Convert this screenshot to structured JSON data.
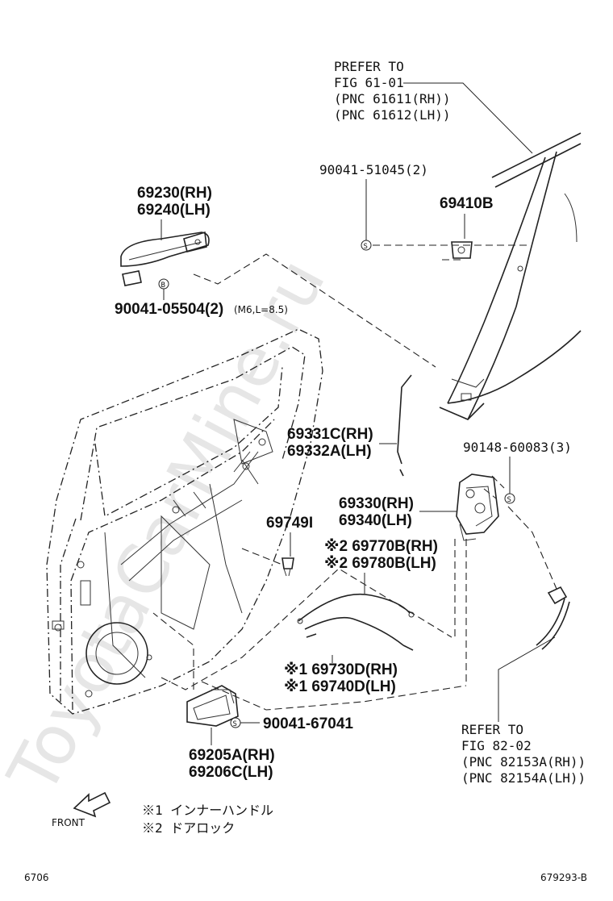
{
  "watermark": "ToyotaCarMine.ru",
  "refs": {
    "prefer": [
      "PREFER TO",
      "FIG 61-01",
      "(PNC 61611(RH))",
      "(PNC 61612(LH))"
    ],
    "refer": [
      "REFER TO",
      "FIG 82-02",
      "(PNC 82153A(RH))",
      "(PNC 82154A(LH))"
    ]
  },
  "labels": {
    "p90041_51045": "90041-51045(2)",
    "p69410B": "69410B",
    "p69230": "69230(RH)",
    "p69240": "69240(LH)",
    "p90041_05504": "90041-05504(2)",
    "p90041_05504_note": "(M6,L=8.5)",
    "p69331C": "69331C(RH)",
    "p69332A": "69332A(LH)",
    "p90148": "90148-60083(3)",
    "p69330": "69330(RH)",
    "p69340": "69340(LH)",
    "p69749I": "69749I",
    "p69770B": "※2 69770B(RH)",
    "p69780B": "※2 69780B(LH)",
    "p69730D": "※1 69730D(RH)",
    "p69740D": "※1 69740D(LH)",
    "p90041_67041": "90041-67041",
    "p69205A": "69205A(RH)",
    "p69206C": "69206C(LH)"
  },
  "symbols": {
    "s": "S",
    "b": "B"
  },
  "legend": {
    "note1": "※1  インナーハンドル",
    "note2": "※2  ドアロック"
  },
  "front": "FRONT",
  "footer": {
    "left": "6706",
    "right": "679293-B"
  }
}
